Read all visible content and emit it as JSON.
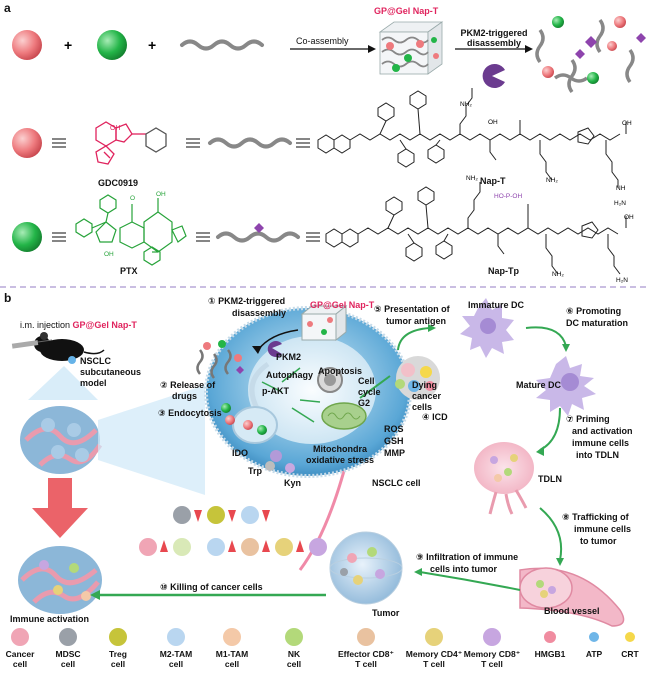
{
  "panel_a": {
    "label": "a",
    "co_assembly": "Co-assembly",
    "hydrogel_name": "GP@Gel Nap-T",
    "pkm2_label": "PKM2-triggered disassembly",
    "gdc_label": "GDC0919",
    "ptx_label": "PTX",
    "nap_t_label": "Nap-T",
    "nap_tp_label": "Nap-Tp",
    "phospho_text": "HO-P-OH"
  },
  "panel_b": {
    "label": "b",
    "injection_prefix": "i.m. injection",
    "injection_drug": "GP@Gel Nap-T",
    "model_label": "NSCLC subcutaneous model",
    "step1": "① PKM2-triggered",
    "step1b": "disassembly",
    "gel_label": "GP@Gel Nap-T",
    "pkm2": "PKM2",
    "step2": "② Release of",
    "step2b": "drugs",
    "step3": "③ Endocytosis",
    "autophagy": "Autophagy",
    "apoptosis": "Apoptosis",
    "pakt": "p-AKT",
    "cell_cycle": "Cell cycle G2",
    "ido": "IDO",
    "trp": "Trp",
    "kyn": "Kyn",
    "mito": "Mitochondra oxidative stress",
    "ros": "ROS",
    "gsh": "GSH",
    "mmp": "MMP",
    "nsclc_cell": "NSCLC cell",
    "step4": "④ ICD",
    "dying": "Dying cancer cells",
    "step5": "⑤ Presentation of",
    "step5b": "tumor antigen",
    "immature_dc": "Immature DC",
    "step6": "⑥ Promoting",
    "step6b": "DC maturation",
    "mature_dc": "Mature DC",
    "step7": "⑦ Priming",
    "step7b": "and activation",
    "step7c": "immune cells",
    "step7d": "into TDLN",
    "tdln": "TDLN",
    "step8": "⑧ Trafficking of",
    "step8b": "immune cells",
    "step8c": "to tumor",
    "blood_vessel": "Blood vessel",
    "step9": "⑨ Infiltration of immune",
    "step9b": "cells into tumor",
    "tumor": "Tumor",
    "step10": "⑩ Killing of cancer cells",
    "immune_activation": "Immune activation"
  },
  "legend": [
    {
      "line1": "Cancer",
      "line2": "cell",
      "color": "#f0a5b5"
    },
    {
      "line1": "MDSC",
      "line2": "cell",
      "color": "#9aa0a8"
    },
    {
      "line1": "Treg",
      "line2": "cell",
      "color": "#c6c43a"
    },
    {
      "line1": "M2-TAM",
      "line2": "cell",
      "color": "#b9d6f0"
    },
    {
      "line1": "M1-TAM",
      "line2": "cell",
      "color": "#f4c9a8"
    },
    {
      "line1": "NK",
      "line2": "cell",
      "color": "#b3d97a"
    },
    {
      "line1": "Effector CD8⁺",
      "line2": "T cell",
      "color": "#e9c2a0"
    },
    {
      "line1": "Memory CD4⁺",
      "line2": "T cell",
      "color": "#e6d27a"
    },
    {
      "line1": "Memory CD8⁺",
      "line2": "T cell",
      "color": "#c7a6e0"
    },
    {
      "line1": "HMGB1",
      "line2": "",
      "color": "#f08ca0"
    },
    {
      "line1": "ATP",
      "line2": "",
      "color": "#6fb6e8"
    },
    {
      "line1": "CRT",
      "line2": "",
      "color": "#f5d84a"
    }
  ],
  "colors": {
    "red_sphere": "#ee7a7e",
    "green_sphere": "#23b548",
    "accent_pink": "#e0245e",
    "ptx_green": "#27a33a",
    "gdc_pink": "#e0245e",
    "peptide_purple": "#8e44ad"
  }
}
